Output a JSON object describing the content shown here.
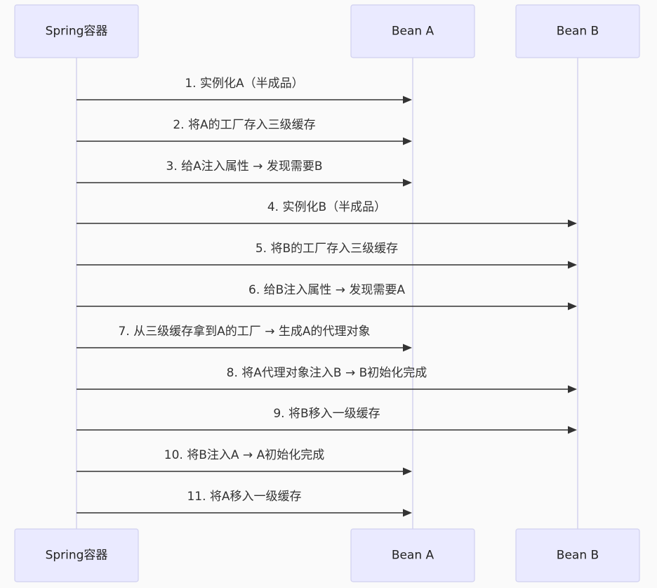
{
  "actors": [
    {
      "id": "spring",
      "label": "Spring容器"
    },
    {
      "id": "beanA",
      "label": "Bean A"
    },
    {
      "id": "beanB",
      "label": "Bean B"
    }
  ],
  "messages": [
    {
      "from": "spring",
      "to": "beanA",
      "label": "1. 实例化A（半成品）"
    },
    {
      "from": "spring",
      "to": "beanA",
      "label": "2. 将A的工厂存入三级缓存"
    },
    {
      "from": "spring",
      "to": "beanA",
      "label": "3. 给A注入属性 → 发现需要B"
    },
    {
      "from": "spring",
      "to": "beanB",
      "label": "4. 实例化B（半成品）"
    },
    {
      "from": "spring",
      "to": "beanB",
      "label": "5. 将B的工厂存入三级缓存"
    },
    {
      "from": "spring",
      "to": "beanB",
      "label": "6. 给B注入属性 → 发现需要A"
    },
    {
      "from": "spring",
      "to": "beanA",
      "label": "7. 从三级缓存拿到A的工厂 → 生成A的代理对象"
    },
    {
      "from": "spring",
      "to": "beanB",
      "label": "8. 将A代理对象注入B → B初始化完成"
    },
    {
      "from": "spring",
      "to": "beanB",
      "label": "9. 将B移入一级缓存"
    },
    {
      "from": "spring",
      "to": "beanA",
      "label": "10. 将B注入A → A初始化完成"
    },
    {
      "from": "spring",
      "to": "beanA",
      "label": "11. 将A移入一级缓存"
    }
  ]
}
